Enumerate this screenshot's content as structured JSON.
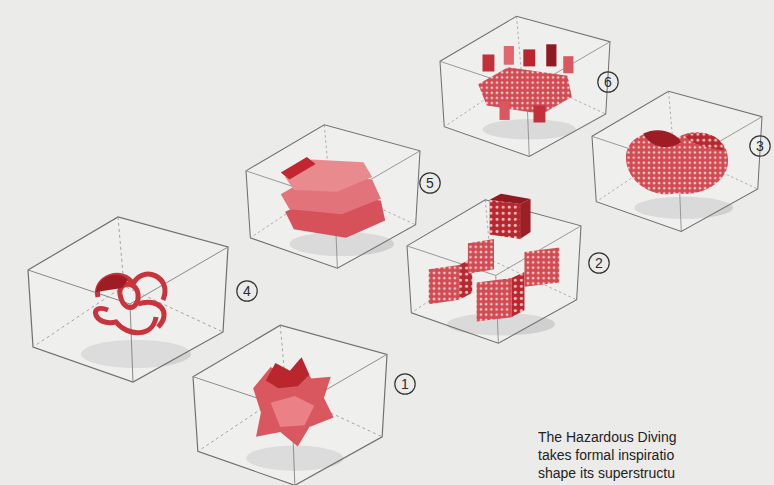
{
  "diagram": {
    "caption": "The Hazardous Diving takes formal inspiratio shape its superstructu",
    "nodes": [
      {
        "text": [
          "6"
        ]
      },
      {
        "text": [
          "3"
        ]
      },
      {
        "text": [
          "5"
        ]
      },
      {
        "text": [
          "2"
        ]
      },
      {
        "text": [
          "4"
        ]
      },
      {
        "text": [
          "1"
        ]
      }
    ]
  }
}
